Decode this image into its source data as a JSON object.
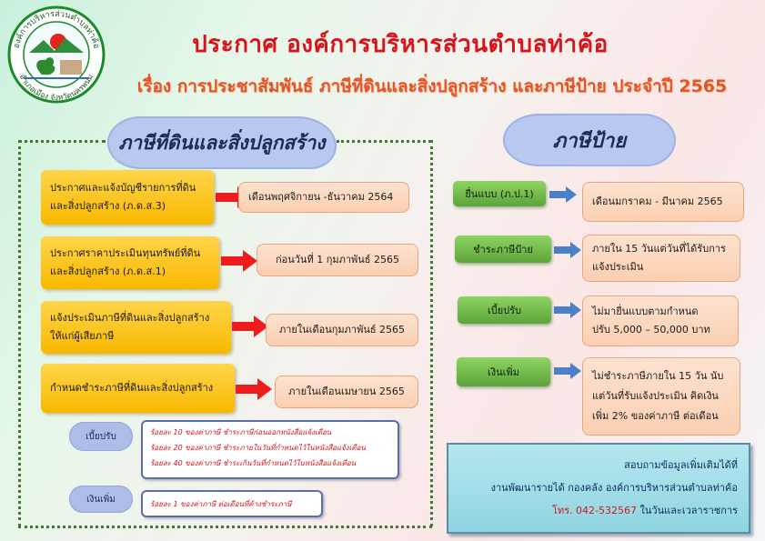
{
  "logo": {
    "arc_top": "องค์การบริหารส่วนตำบลท่าค้อ",
    "arc_bottom": "อำเภอเมือง จังหวัดนครพนม"
  },
  "title": {
    "main": "ประกาศ องค์การบริหารส่วนตำบลท่าค้อ",
    "sub": "เรื่อง การประชาสัมพันธ์ ภาษีที่ดินและสิ่งปลูกสร้าง และภาษีป้าย ประจำปี 2565"
  },
  "land_tax": {
    "heading": "ภาษีที่ดินและสิ่งปลูกสร้าง",
    "steps": [
      {
        "label_1": "ประกาศและแจ้งบัญชีรายการที่ดิน",
        "label_2": "และสิ่งปลูกสร้าง (ภ.ด.ส.3)",
        "result": "เดือนพฤศจิกายน -ธันวาคม 2564"
      },
      {
        "label_1": "ประกาศราคาประเมินทุนทรัพย์ที่ดิน",
        "label_2": "และสิ่งปลูกสร้าง (ภ.ด.ส.1)",
        "result": "ก่อนวันที่ 1 กุมภาพันธ์ 2565"
      },
      {
        "label_1": "แจ้งประเมินภาษีที่ดินและสิ่งปลูกสร้าง",
        "label_2": "ให้แก่ผู้เสียภาษี",
        "result": "ภายในเดือนกุมภาพันธ์ 2565"
      },
      {
        "label_1": "กำหนดชำระภาษีที่ดินและสิ่งปลูกสร้าง",
        "label_2": "",
        "result": "ภายในเดือนเมษายน 2565"
      }
    ],
    "penalty": {
      "label": "เบี้ยปรับ",
      "lines": [
        "ร้อยละ 10 ของค่าภาษี ชำระภาษีก่อนออกหนังสือแจ้งเตือน",
        "ร้อยละ 20 ของค่าภาษี ชำระภายในวันที่กำหนดไว้ในหนังสือแจ้งเตือน",
        "ร้อยละ 40 ของค่าภาษี ชำระเกินวันที่กำหนดไว้ในหนังสือแจ้งเตือน"
      ]
    },
    "surcharge": {
      "label": "เงินเพิ่ม",
      "line": "ร้อยละ 1 ของค่าภาษี ต่อเดือนที่ค้างชำระภาษี"
    }
  },
  "sign_tax": {
    "heading": "ภาษีป้าย",
    "items": [
      {
        "label": "ยื่นแบบ (ภ.ป.1)",
        "result_1": "เดือนมกราคม - มีนาคม 2565",
        "result_2": ""
      },
      {
        "label": "ชำระภาษีป้าย",
        "result_1": "ภายใน 15 วันแต่วันที่ได้รับการ",
        "result_2": "แจ้งประเมิน"
      },
      {
        "label": "เบี้ยปรับ",
        "result_1": "ไม่มายื่นแบบตามกำหนด",
        "result_2": "ปรับ 5,000 – 50,000 บาท"
      },
      {
        "label": "เงินเพิ่ม",
        "result_1": "ไม่ชำระภาษีภายใน 15 วัน นับ",
        "result_2": "แต่วันที่รับแจ้งประเมิน คิดเงิน",
        "result_3": "เพิ่ม 2% ของค่าภาษี ต่อเดือน"
      }
    ]
  },
  "contact": {
    "line_1": "สอบถามข้อมูลเพิ่มเติมได้ที่",
    "line_2": "งานพัฒนารายได้ กองคลัง องค์การบริหารส่วนตำบลท่าค้อ",
    "phone": "โทร. 042-532567",
    "hours": "ในวันและเวลาราชการ"
  },
  "colors": {
    "title_red": "#d7141b",
    "subtitle_orange": "#e2542a",
    "yellow_box": "#f8b800",
    "green_box": "#5ba43a",
    "cloud_blue": "#b8c8ee",
    "info_cyan": "#8fd5e1"
  }
}
